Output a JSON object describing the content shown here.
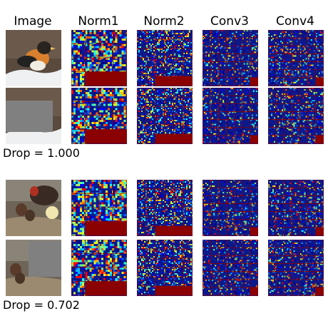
{
  "headers": [
    "Image",
    "Norm1",
    "Norm2",
    "Conv3",
    "Conv4"
  ],
  "groups": [
    {
      "drop_label": "Drop = 1.000",
      "rows": [
        {
          "image": "bird-on-snow",
          "occluded": false
        },
        {
          "image": "bird-on-snow",
          "occluded": true
        }
      ]
    },
    {
      "drop_label": "Drop = 0.702",
      "rows": [
        {
          "image": "hen-with-chicks",
          "occluded": false
        },
        {
          "image": "hen-with-chicks",
          "occluded": true
        }
      ]
    }
  ],
  "colors": {
    "map_background": "#0a1a8c",
    "grid_line": "#8b0000",
    "empty_tile": "#8b0000",
    "occluder": "#808080"
  }
}
